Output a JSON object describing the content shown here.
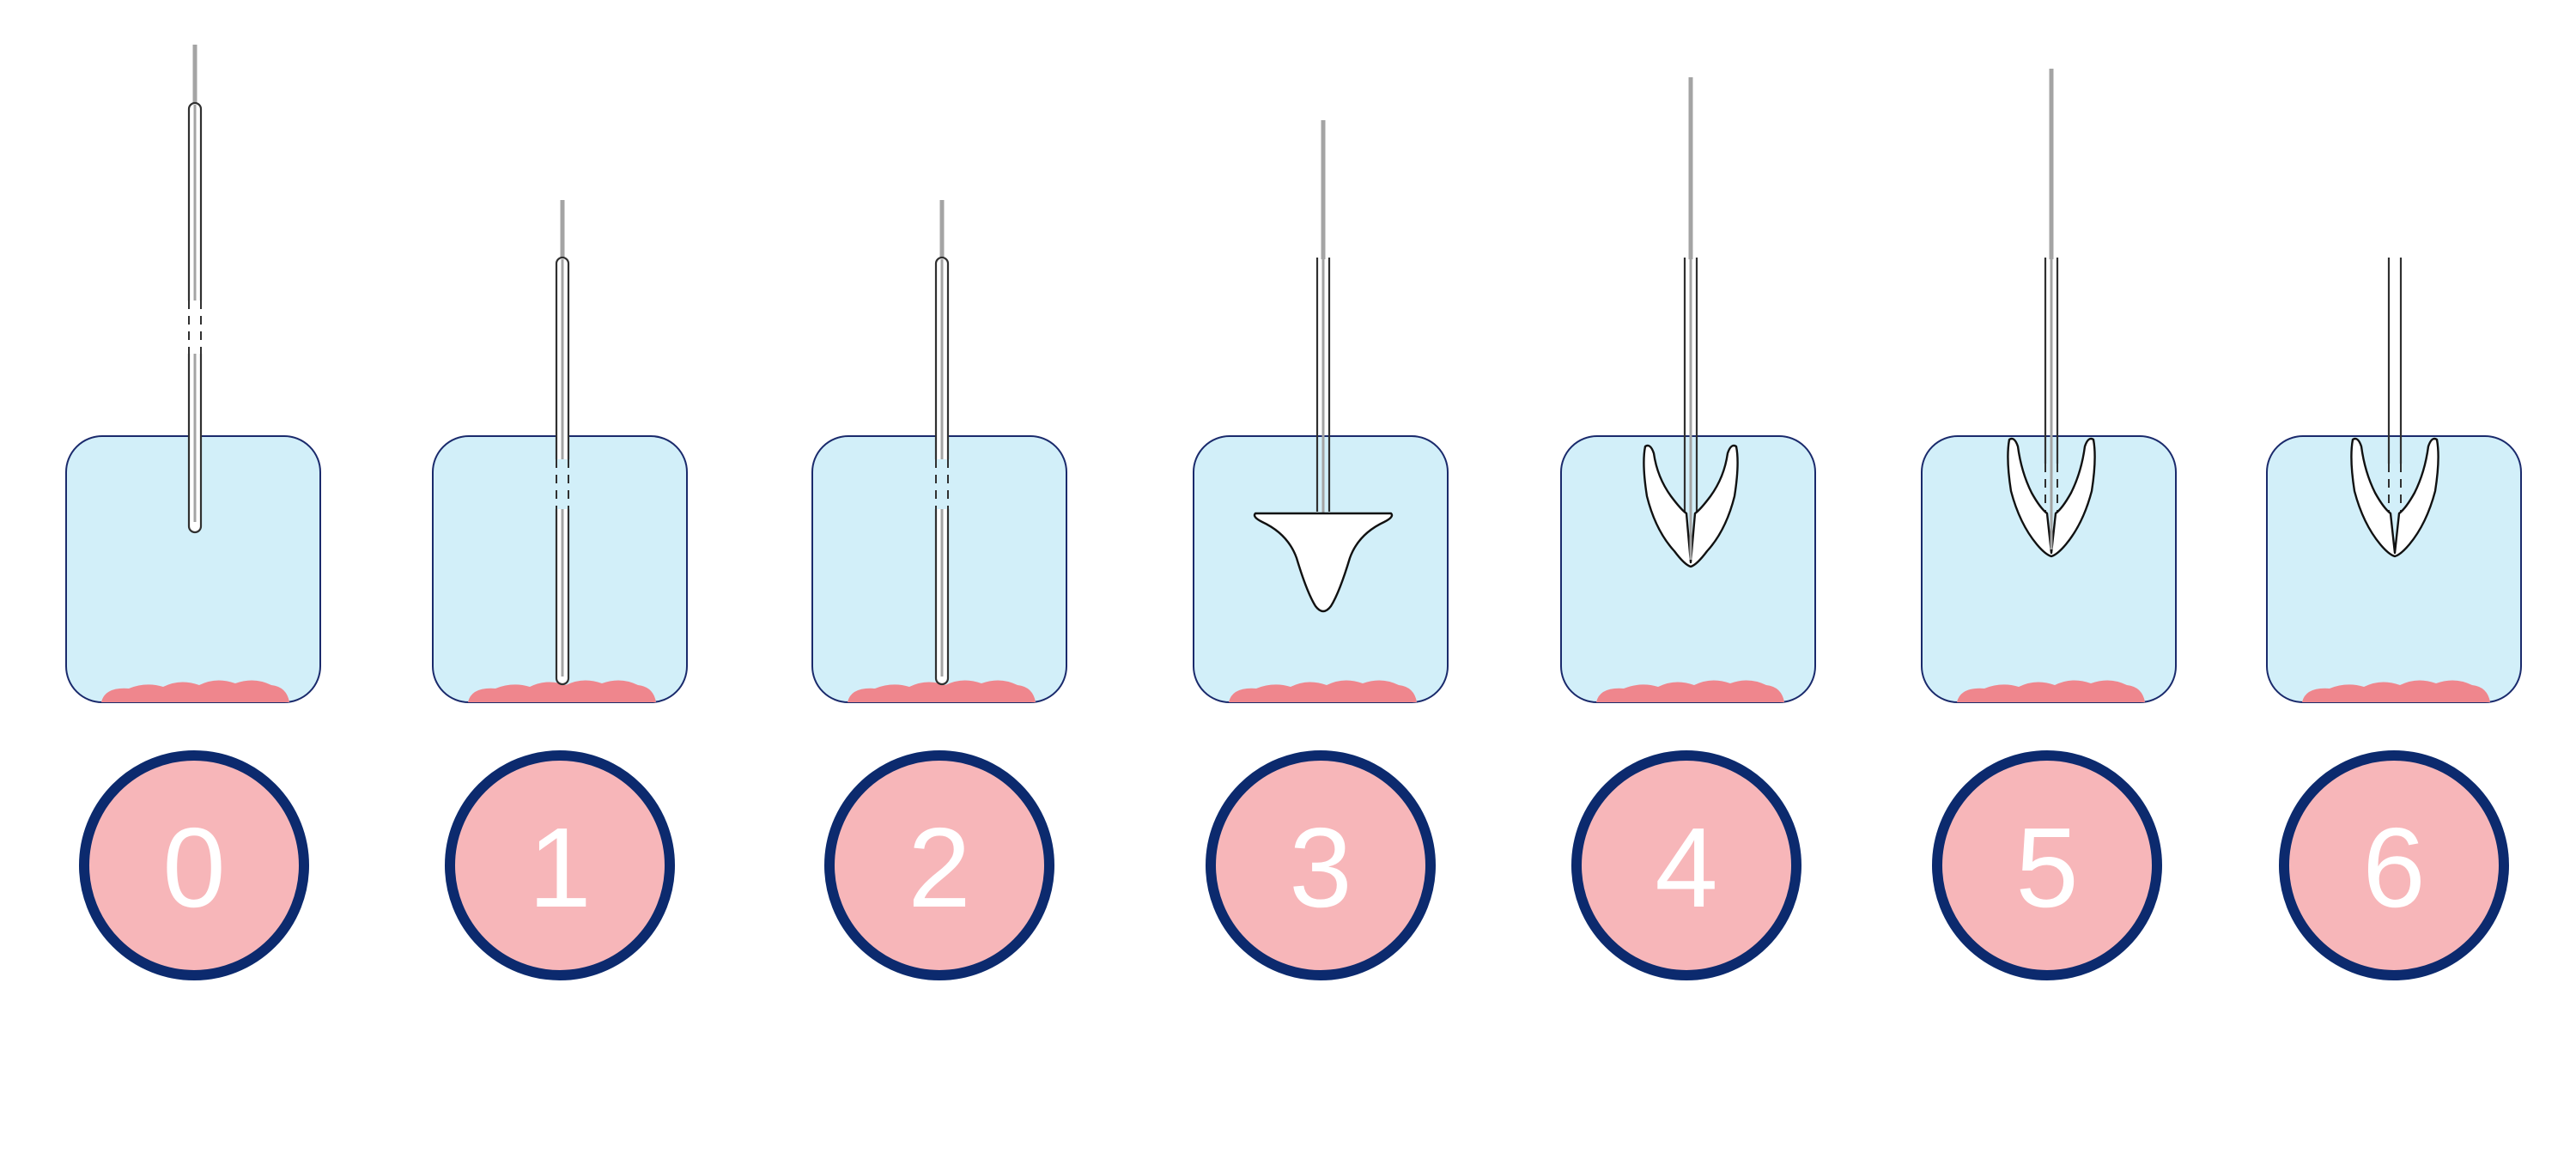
{
  "steps": [
    {
      "number": "0",
      "state": "sheath-retracted-above"
    },
    {
      "number": "1",
      "state": "sheath-advanced-to-tissue"
    },
    {
      "number": "2",
      "state": "sheath-advanced-to-tissue"
    },
    {
      "number": "3",
      "state": "umbrella-deployed-flat"
    },
    {
      "number": "4",
      "state": "umbrella-folded-open"
    },
    {
      "number": "5",
      "state": "umbrella-folded-raised"
    },
    {
      "number": "6",
      "state": "umbrella-released"
    }
  ],
  "colors": {
    "vessel_fill": "#d2eff9",
    "vessel_stroke": "#1a2a6c",
    "tissue": "#ef868d",
    "rod": "#a4a4a4",
    "badge_fill": "#f7b6b9",
    "badge_ring": "#0c2a6e",
    "badge_text": "#ffffff"
  }
}
